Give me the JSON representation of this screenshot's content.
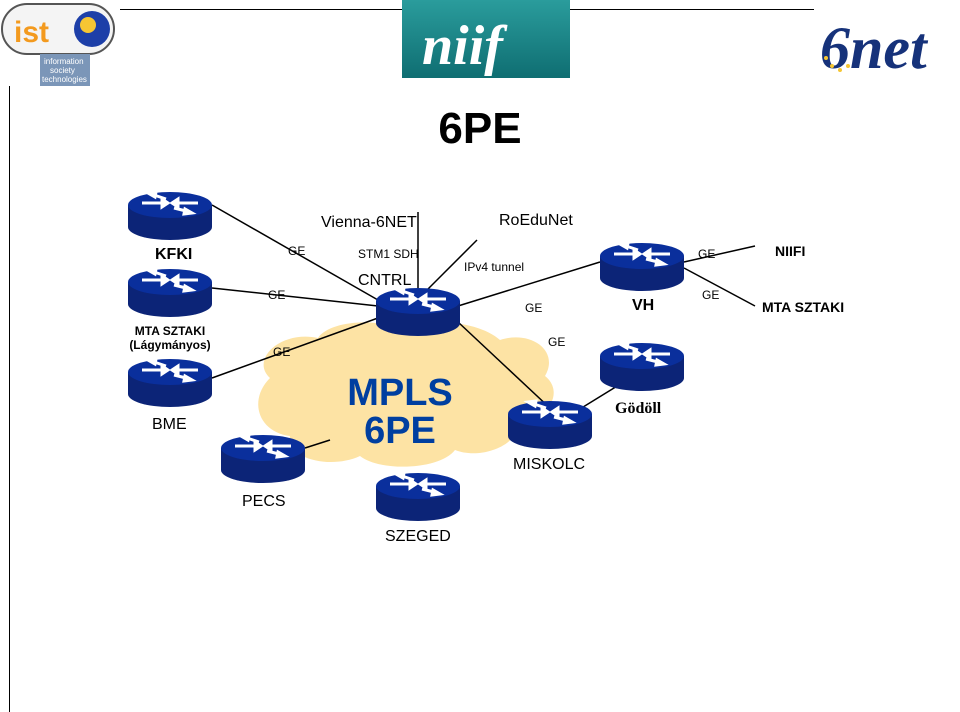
{
  "logos": {
    "ist": {
      "text": "ist",
      "tagline": [
        "information",
        "society",
        "technologies"
      ]
    },
    "niif": {
      "text": "niif"
    },
    "sixnet": {
      "text": "6net"
    }
  },
  "title": "6PE",
  "cloud": {
    "line1": "MPLS",
    "line2": "6PE"
  },
  "nodes": {
    "kfki": "KFKI",
    "mta_sztaki_lagymanyos_1": "MTA SZTAKI",
    "mta_sztaki_lagymanyos_2": "(Lágymányos)",
    "bme": "BME",
    "pecs": "PECS",
    "szeged": "SZEGED",
    "cntrl": "CNTRL",
    "vh": "VH",
    "miskolc": "MISKOLC",
    "godoll": "Gödöll",
    "niifi": "NIIFI",
    "mta_sztaki": "MTA SZTAKI"
  },
  "external": {
    "vienna": "Vienna-6NET",
    "roedunet": "RoEduNet",
    "stm1": "STM1 SDH",
    "ipv4": "IPv4 tunnel"
  },
  "links": {
    "ge_kfki": "GE",
    "ge_mta": "GE",
    "ge_bme": "GE",
    "ge_vh": "GE",
    "ge_miskolc": "GE",
    "ge_niifi": "GE",
    "ge_mtasztaki": "GE"
  },
  "colors": {
    "router_top": "#0a2f9c",
    "router_side": "#0c2477",
    "cloud": "#fde3a4",
    "mpls_text": "#003fa0"
  }
}
